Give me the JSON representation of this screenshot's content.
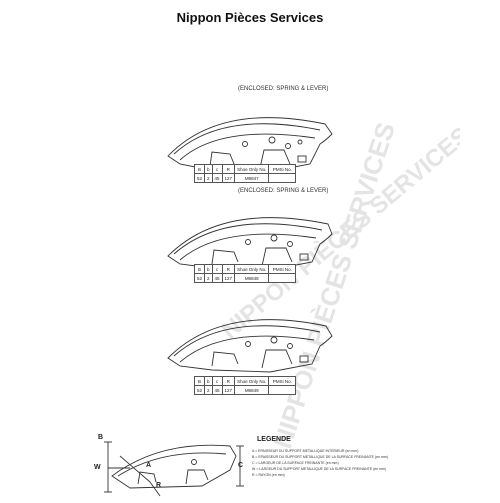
{
  "header": {
    "title": "Nippon Pièces Services"
  },
  "watermark": {
    "text": "NIPPON PIÈCES SERVICES"
  },
  "sections": [
    {
      "enclosed": "(ENCLOSED: SPRING & LEVER)",
      "table": {
        "headers": [
          "B",
          "b",
          "c",
          "R",
          "Shoe Only No.",
          "PMSi No."
        ],
        "values": [
          "52",
          "2",
          "45",
          "127",
          "M9847",
          ""
        ]
      }
    },
    {
      "enclosed": "(ENCLOSED: SPRING & LEVER)",
      "table": {
        "headers": [
          "B",
          "b",
          "c",
          "R",
          "Shoe Only No.",
          "PMSi No."
        ],
        "values": [
          "52",
          "2",
          "45",
          "127",
          "M9848",
          ""
        ]
      }
    },
    {
      "enclosed": "",
      "table": {
        "headers": [
          "B",
          "b",
          "c",
          "R",
          "Shoe Only No.",
          "PMSi No."
        ],
        "values": [
          "52",
          "2",
          "45",
          "127",
          "M9849",
          ""
        ]
      }
    }
  ],
  "legend": {
    "title": "LEGENDE",
    "lines": [
      "A = EPAISSEUR DU SUPPORT METALLIQUE INTERIEUR (en mm)",
      "B = EPAISSEUR DU SUPPORT METALLIQUE DE LA SURFACE FREINANTE (en mm)",
      "C = LARGEUR DE LA SURFACE FREINANTE (en mm)",
      "W = LARGEUR DU SUPPORT METALLIQUE DE LA SURFACE FREINANTE (en mm)",
      "R = RAYON (en mm)"
    ]
  },
  "diagram": {
    "labels": [
      "B",
      "A",
      "W",
      "R",
      "C"
    ]
  }
}
